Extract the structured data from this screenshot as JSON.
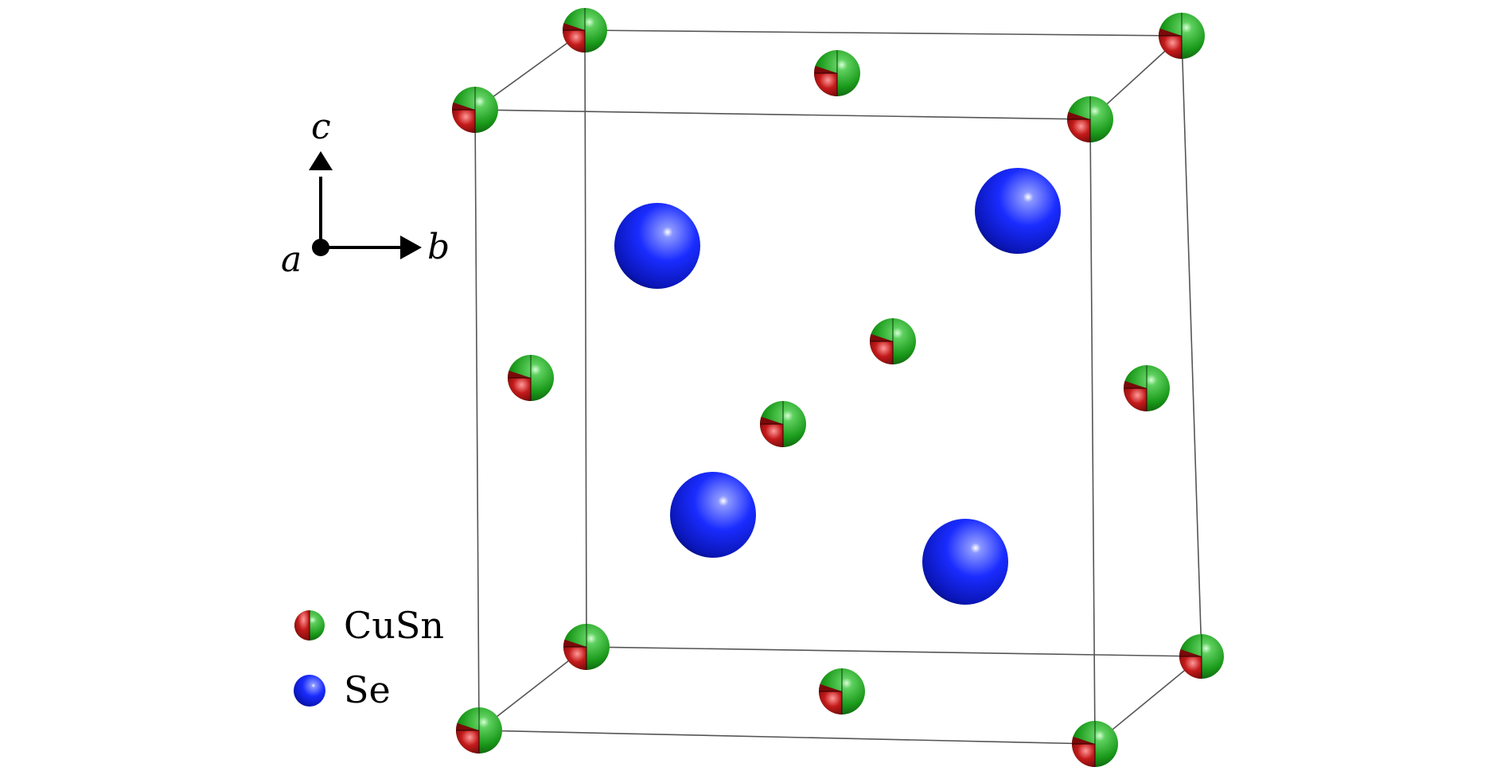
{
  "axes": {
    "a_label": "a",
    "b_label": "b",
    "c_label": "c"
  },
  "legend": {
    "items": [
      {
        "label": "CuSn",
        "kind": "mixed",
        "colors": [
          "#e52020",
          "#20a820"
        ]
      },
      {
        "label": "Se",
        "kind": "solid",
        "colors": [
          "#1020d8"
        ]
      }
    ]
  },
  "atoms": {
    "cusn_color_red": "#c01818",
    "cusn_color_green": "#1a9a1a",
    "se_color": "#0d1fd8"
  }
}
